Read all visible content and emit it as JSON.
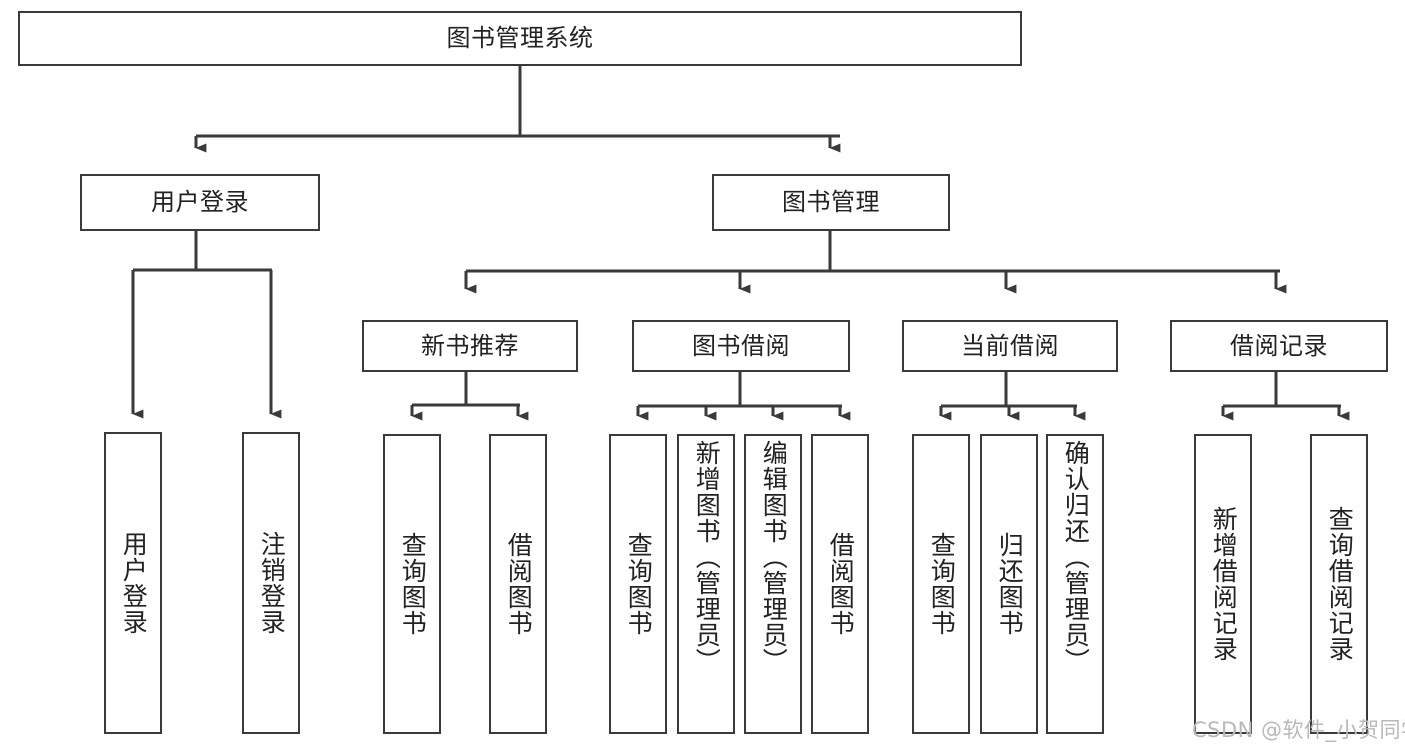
{
  "diagram": {
    "title": "图书管理系统",
    "type": "tree-hierarchy",
    "watermark": "CSDN @软件_小贺同学",
    "colors": {
      "stroke": "#3a3a3a",
      "fill": "#ffffff",
      "text": "#222222",
      "watermark": "#b9b9b9"
    },
    "levels": {
      "root": {
        "label": "图书管理系统"
      },
      "level2": [
        {
          "label": "用户登录"
        },
        {
          "label": "图书管理"
        }
      ],
      "level3": [
        {
          "label": "新书推荐"
        },
        {
          "label": "图书借阅"
        },
        {
          "label": "当前借阅"
        },
        {
          "label": "借阅记录"
        }
      ],
      "leaves": {
        "user_login": [
          {
            "label": "用户登录"
          },
          {
            "label": "注销登录"
          }
        ],
        "new_book_recommend": [
          {
            "label": "查询图书"
          },
          {
            "label": "借阅图书"
          }
        ],
        "book_borrow": [
          {
            "label": "查询图书"
          },
          {
            "label": "新增图书（管理员）"
          },
          {
            "label": "编辑图书（管理员）"
          },
          {
            "label": "借阅图书"
          }
        ],
        "current_borrow": [
          {
            "label": "查询图书"
          },
          {
            "label": "归还图书"
          },
          {
            "label": "确认归还（管理员）"
          }
        ],
        "borrow_record": [
          {
            "label": "新增借阅记录"
          },
          {
            "label": "查询借阅记录"
          }
        ]
      }
    }
  }
}
